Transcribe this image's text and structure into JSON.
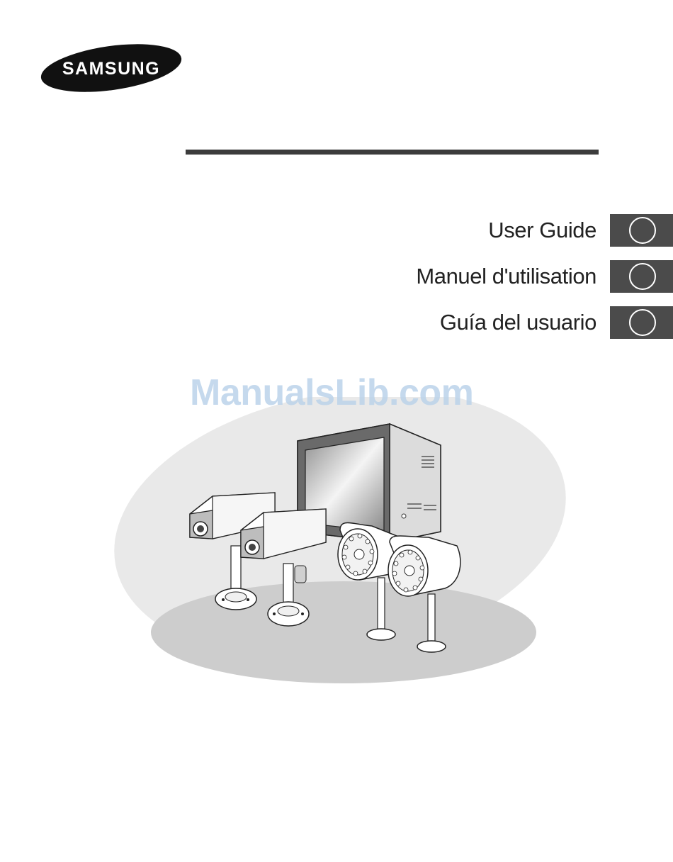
{
  "brand": {
    "name": "SAMSUNG"
  },
  "languages": [
    {
      "label": "User Guide"
    },
    {
      "label": "Manuel d'utilisation"
    },
    {
      "label": "Guía del usuario"
    }
  ],
  "watermark": {
    "text": "ManualsLib.com"
  },
  "colors": {
    "rule": "#3c3c3c",
    "tab": "#4b4b4b",
    "backdrop_light": "#e9e9e9",
    "backdrop_dark": "#cdcdcd",
    "watermark": "#bcd3ea"
  }
}
